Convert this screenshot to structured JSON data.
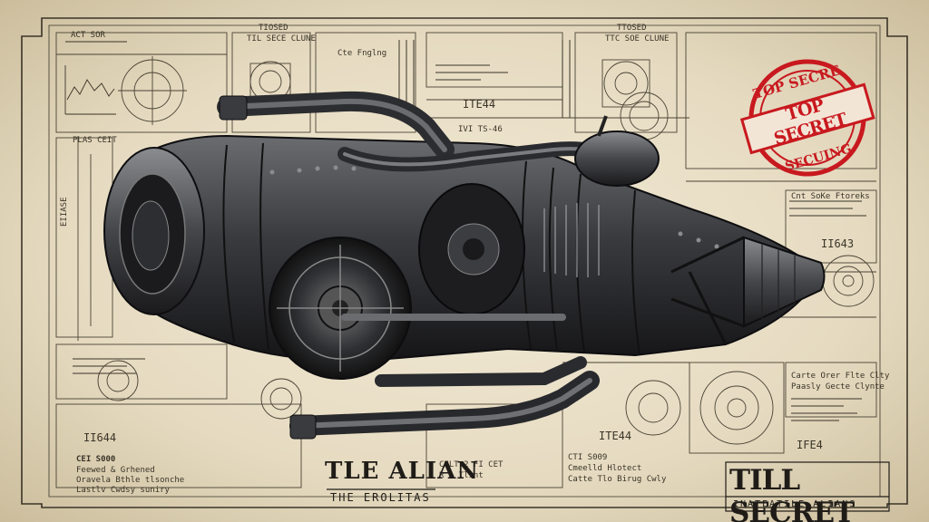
{
  "labels": {
    "top_left": "ACT SOR",
    "top_center_1": "TIOSED",
    "top_center_2": "TIL SECE CLUNE",
    "top_right_center_1": "TTOSED",
    "top_right_center_2": "TTC SOE CLUNE",
    "panel_a": "Cte Fnglng",
    "mid_left": "PLAS CEIT",
    "mid_code_1": "ITE44",
    "mid_code_2": "IVI TS-46",
    "right_code": "II643",
    "right_ife": "IFE4",
    "bottom_left_code": "II644",
    "bottom_center_code": "ITE44",
    "left_vertical": "EIIASE",
    "bottom_left_spec_1": "CEI S000",
    "bottom_left_spec_2": "Feewed & Grhened",
    "bottom_left_spec_3": "Oravela Bthle tlsonche",
    "bottom_left_spec_4": "Lastlv Cwdsy suniry",
    "bottom_center_spec_1": "CTI S009",
    "bottom_center_spec_2": "Cmeelld Hlotect",
    "bottom_center_spec_3": "Catte Tlo Birug Cwly",
    "bottom_center_small_1": "CELT 2 FI CET",
    "bottom_center_small_2": "R & Tlint",
    "right_spec_1": "Carte Orer Flte Clty",
    "right_spec_2": "Paasly Gecte Clynte",
    "right_small": "Cnt SoKe Ftoreks"
  },
  "titles": {
    "alien_title": "TLE ALIAN",
    "alien_subtitle": "THE EROLITAS",
    "secret_title": "TILL SECRET",
    "secret_subtitle": "INATEATILE ALIANS"
  },
  "stamp": {
    "top": "TOP SECRE",
    "middle": "TOP SECRET",
    "bottom": "SECUING"
  },
  "colors": {
    "paper": "#efe6d0",
    "ink": "#3a3428",
    "metal_dark": "#26272a",
    "metal_mid": "#55575b",
    "stamp_red": "#c8191f"
  }
}
